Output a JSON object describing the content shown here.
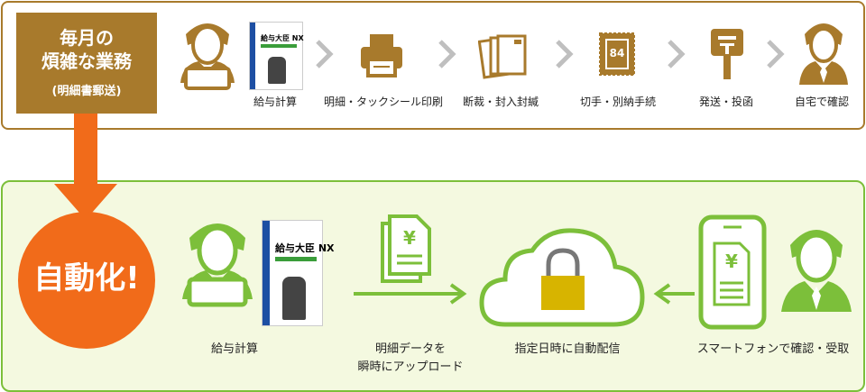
{
  "top": {
    "label_line1": "毎月の",
    "label_line2": "煩雑な業務",
    "label_line3": "(明細書郵送)",
    "steps": [
      {
        "label": "給与計算",
        "icon": "person-laptop-icon"
      },
      {
        "label": "明細・タックシール印刷",
        "icon": "printer-icon"
      },
      {
        "label": "断裁・封入封緘",
        "icon": "envelopes-icon"
      },
      {
        "label": "切手・別納手続",
        "icon": "stamp-icon"
      },
      {
        "label": "発送・投函",
        "icon": "post-box-icon"
      },
      {
        "label": "自宅で確認",
        "icon": "person-icon"
      }
    ],
    "stamp_value": "84",
    "product_box_title": "給与大臣 NX"
  },
  "arrow_down": "orange-down-arrow",
  "bottom": {
    "auto_label": "自動化!",
    "product_box_title": "給与大臣 NX",
    "steps": [
      {
        "label": "給与計算"
      },
      {
        "label_line1": "明細データを",
        "label_line2": "瞬時にアップロード"
      },
      {
        "label": "指定日時に自動配信"
      },
      {
        "label": "スマートフォンで確認・受取"
      }
    ],
    "yen_symbol": "¥"
  },
  "colors": {
    "brown": "#a87a2c",
    "green": "#7cbf3a",
    "orange": "#f16b1a",
    "chevron": "#bfbfbf",
    "lock": "#d7b400"
  }
}
